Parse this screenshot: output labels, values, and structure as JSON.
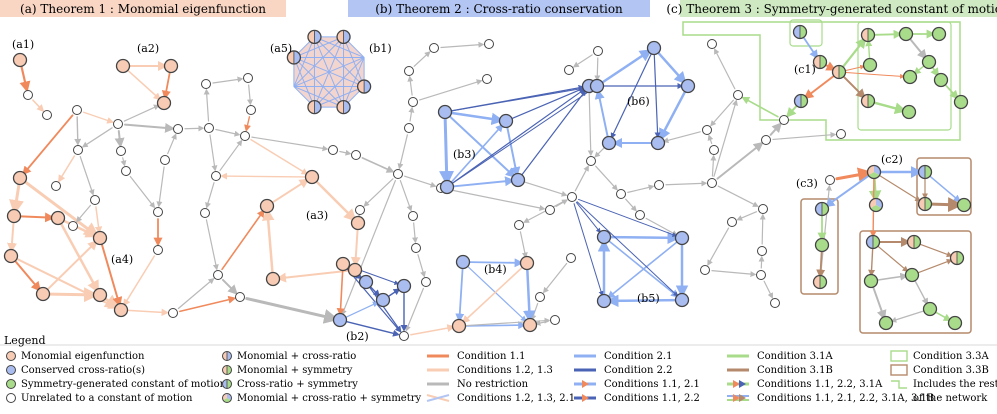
{
  "headers": [
    {
      "text": "(a) Theorem 1 : Monomial eigenfunction",
      "color": "#f9d6c4"
    },
    {
      "text": "(b) Theorem 2 : Cross-ratio conservation",
      "color": "#b3c5f2"
    },
    {
      "text": "(c) Theorem 3 : Symmetry-generated constant of motion",
      "color": "#cfeac2"
    }
  ],
  "labels": {
    "a1": "(a1)",
    "a2": "(a2)",
    "a3": "(a3)",
    "a4": "(a4)",
    "a5": "(a5)",
    "b1": "(b1)",
    "b2": "(b2)",
    "b3": "(b3)",
    "b4": "(b4)",
    "b5": "(b5)",
    "b6": "(b6)",
    "c1": "(c1)",
    "c2": "(c2)",
    "c3": "(c3)"
  },
  "legend": {
    "title": "Legend",
    "col1": [
      {
        "label": "Monomial eigenfunction",
        "fill": "#f7cbb4"
      },
      {
        "label": "Conserved cross-ratio(s)",
        "fill": "#aabdf0"
      },
      {
        "label": "Symmetry-generated constant of motion",
        "fill": "#a8dc8a"
      },
      {
        "label": "Unrelated to a constant of motion",
        "fill": "#ffffff"
      }
    ],
    "col2": [
      "Monomial + cross-ratio",
      "Monomial + symmetry",
      "Cross-ratio + symmetry",
      "Monomial + cross-ratio + symmetry"
    ],
    "col3": [
      "Condition 1.1",
      "Conditions 1.2, 1.3",
      "No restriction",
      "Conditions 1.2, 1.3, 2.1"
    ],
    "col4": [
      "Condition 2.1",
      "Condition 2.2",
      "Conditions 1.1, 2.1",
      "Conditions 1.1, 2.2"
    ],
    "col5": [
      "Condition 3.1A",
      "Condition 3.1B",
      "Conditions 1.1, 2.2, 3.1A",
      "Conditions 1.1, 2.1, 2.2, 3.1A, 3.1B"
    ],
    "col6": [
      "Condition 3.3A",
      "Condition 3.3B",
      "Includes the rest",
      "of the network"
    ]
  },
  "colors": {
    "orange": "#f08a5d",
    "light_orange": "#f9cdb4",
    "gray": "#b9b9b9",
    "blue": "#8fb0f2",
    "dark_blue": "#4a63b4",
    "green": "#a8dc8a",
    "brown": "#b58a6c",
    "node_stroke": "#444444"
  }
}
